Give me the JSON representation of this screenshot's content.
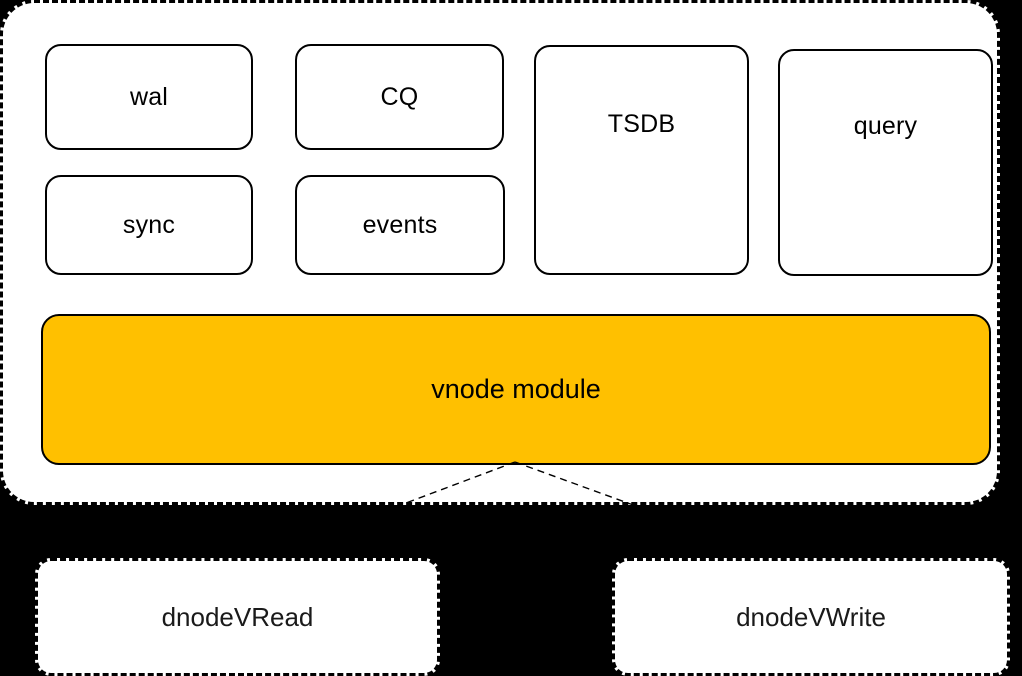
{
  "diagram": {
    "background_color": "#000000",
    "vnode": {
      "name": "vnode",
      "container_fill": "#ffffff",
      "border_style": "dashed",
      "modules": [
        {
          "id": "wal",
          "label": "wal"
        },
        {
          "id": "cq",
          "label": "CQ"
        },
        {
          "id": "sync",
          "label": "sync"
        },
        {
          "id": "events",
          "label": "events"
        },
        {
          "id": "tsdb",
          "label": "TSDB"
        },
        {
          "id": "query",
          "label": "query"
        }
      ],
      "core": {
        "label": "vnode module",
        "fill_color": "#ffc000",
        "text_color": "#000000"
      }
    },
    "consumers": [
      {
        "id": "dnode-vread",
        "label": "dnodeVRead"
      },
      {
        "id": "dnode-vwrite",
        "label": "dnodeVWrite"
      }
    ],
    "connections": [
      {
        "from": "vnode module",
        "to": "dnodeVRead",
        "style": "dashed"
      },
      {
        "from": "vnode module",
        "to": "dnodeVWrite",
        "style": "dashed"
      }
    ]
  }
}
